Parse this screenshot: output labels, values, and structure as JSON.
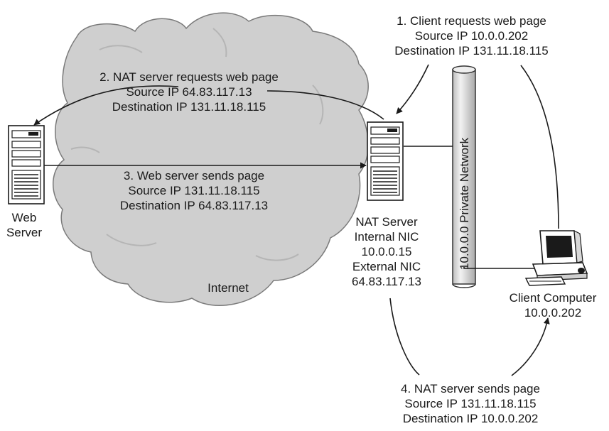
{
  "labels": {
    "step1": [
      "1. Client requests web page",
      "Source IP 10.0.0.202",
      "Destination IP 131.11.18.115"
    ],
    "step2": [
      "2. NAT server requests web page",
      "Source IP 64.83.117.13",
      "Destination IP 131.11.18.115"
    ],
    "step3": [
      "3. Web server sends page",
      "Source IP 131.11.18.115",
      "Destination IP 64.83.117.13"
    ],
    "step4": [
      "4. NAT server sends page",
      "Source IP 131.11.18.115",
      "Destination IP 10.0.0.202"
    ],
    "web_server": [
      "Web",
      "Server"
    ],
    "nat_server": [
      "NAT Server",
      "Internal NIC",
      "10.0.0.15",
      "External NIC",
      "64.83.117.13"
    ],
    "client": [
      "Client Computer",
      "10.0.0.202"
    ],
    "internet": "Internet",
    "private_network": "10.0.0.0 Private Network"
  },
  "colors": {
    "cloud_fill": "#cfcfcf",
    "cloud_stroke": "#7a7a7a",
    "network_fill": "#e6e6e6",
    "device_fill": "#ffffff",
    "line": "#1a1a1a"
  },
  "icons": {
    "web_server": "server-tower-icon",
    "nat_server": "server-tower-icon",
    "client": "desktop-computer-icon"
  }
}
